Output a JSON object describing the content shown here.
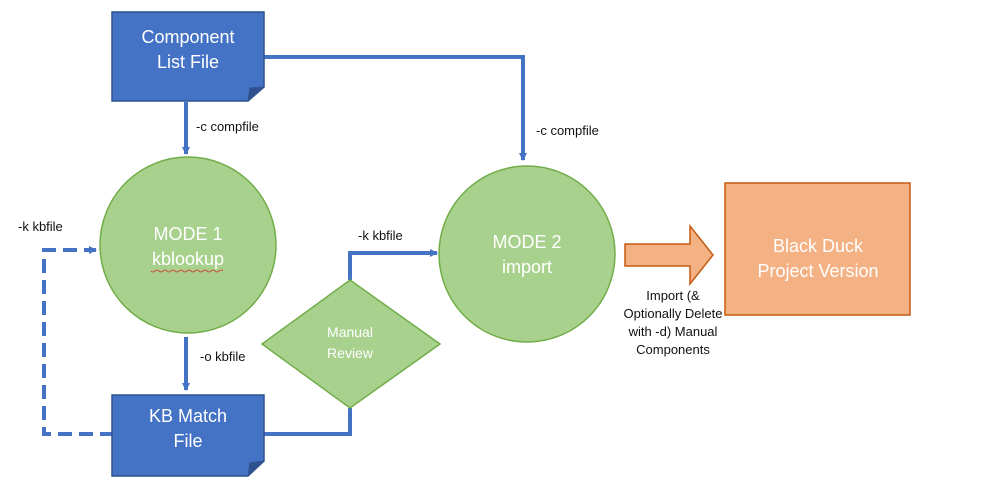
{
  "nodes": {
    "component_list_file": {
      "line1": "Component",
      "line2": "List File"
    },
    "mode1": {
      "line1": "MODE 1",
      "line2": "kblookup"
    },
    "mode2": {
      "line1": "MODE 2",
      "line2": "import"
    },
    "kb_match_file": {
      "line1": "KB Match",
      "line2": "File"
    },
    "manual_review": {
      "line1": "Manual",
      "line2": "Review"
    },
    "black_duck": {
      "line1": "Black Duck",
      "line2": "Project Version"
    }
  },
  "edge_labels": {
    "c_compfile_left": "-c compfile",
    "c_compfile_right": "-c compfile",
    "k_kbfile_left": "-k kbfile",
    "k_kbfile_mid": "-k kbfile",
    "o_kbfile": "-o kbfile"
  },
  "import_note": {
    "line1": "Import (&",
    "line2": "Optionally Delete",
    "line3": "with -d) Manual",
    "line4": "Components"
  },
  "colors": {
    "doc_fill": "#4472c4",
    "doc_stroke": "#2f528f",
    "circle_fill": "#a9d18e",
    "circle_stroke": "#70ad47",
    "orange_fill": "#f4b183",
    "orange_stroke": "#c55a11",
    "arrow": "#4472c4"
  }
}
